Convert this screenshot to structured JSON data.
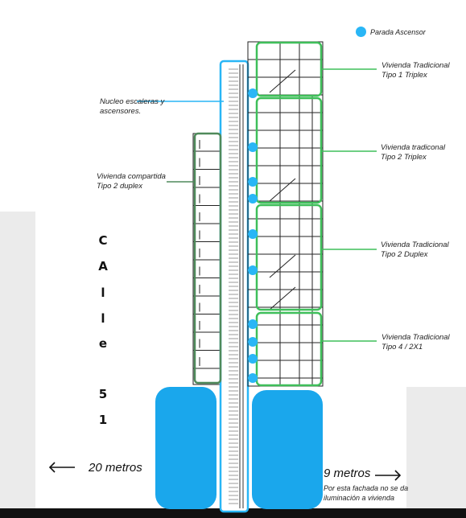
{
  "legend": {
    "label": "Parada Ascensor",
    "color": "#29b6f6"
  },
  "labels": {
    "core": "Nucleo escaleras  y\nascensores.",
    "shared": "Vivienda compartida\nTipo 2 duplex",
    "type1": "Vivienda Tradicional\nTipo 1 Triplex",
    "type2t": "Vivienda tradiconal\nTipo 2 Triplex",
    "type2d": "Vivienda Tradicional\nTipo 2 Duplex",
    "type4": "Vivienda  Tradicional\nTipo 4 / 2X1",
    "facade_note": "Por esta fachada  no  se da\niluminación a vivienda"
  },
  "street_letters": [
    "C",
    "A",
    "l",
    "l",
    "e",
    "5",
    "1"
  ],
  "distances": {
    "left": "20 metros",
    "right": "9 metros"
  },
  "colors": {
    "core": "#29b6f6",
    "shared": "#4f8a5b",
    "traditional": "#3fbf5a",
    "neighbor": "#ebebeb",
    "lines": "#222222"
  }
}
